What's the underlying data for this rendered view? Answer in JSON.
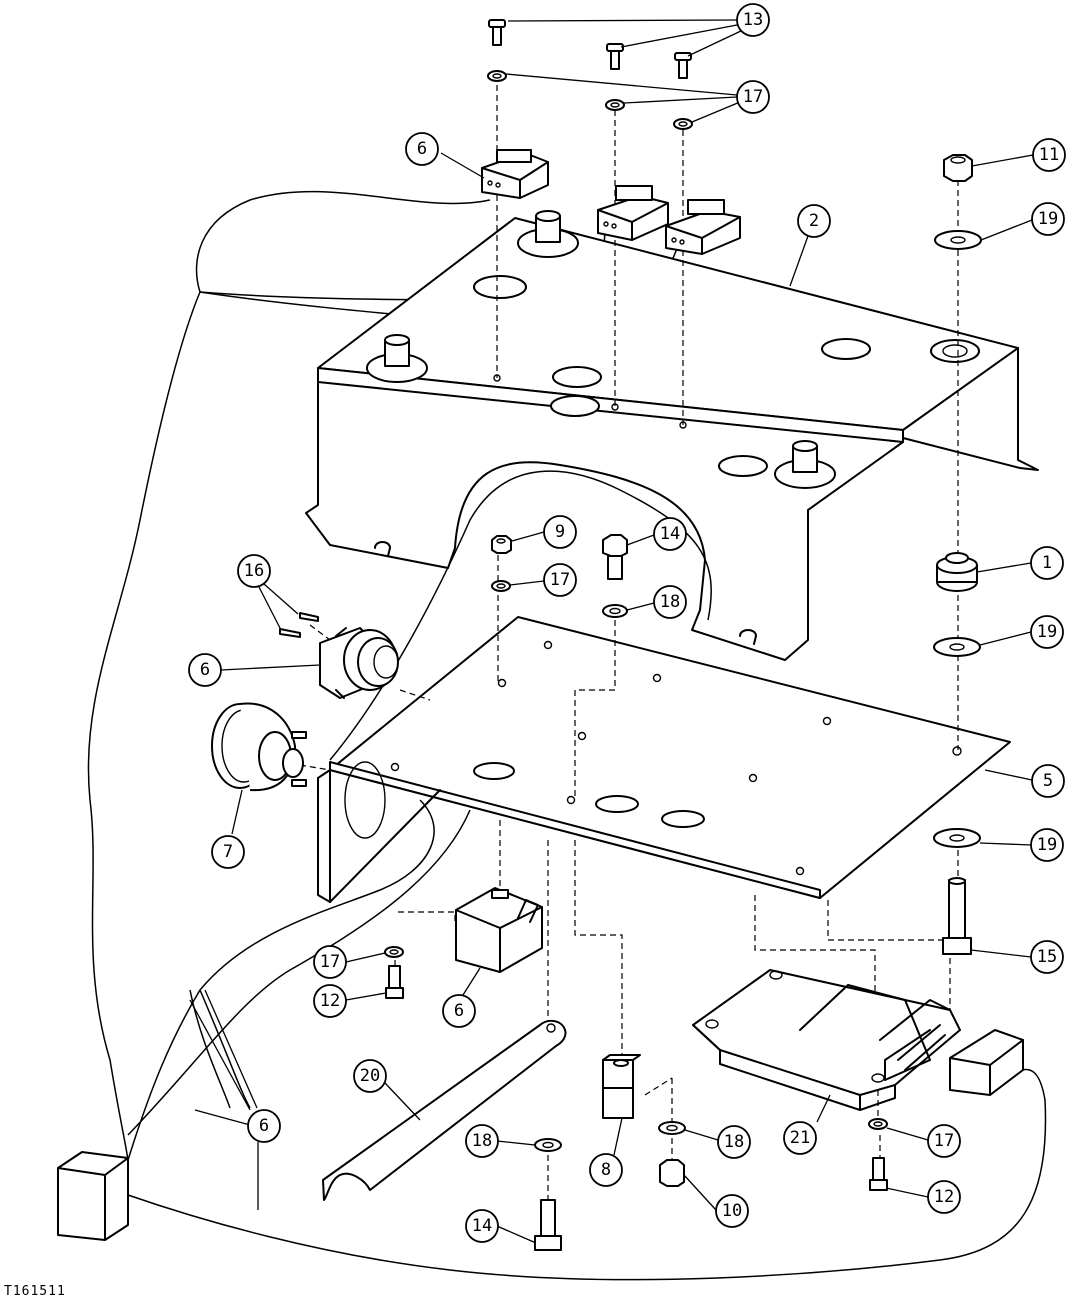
{
  "figure_id": "T161511",
  "callouts": [
    {
      "num": "13"
    },
    {
      "num": "17"
    },
    {
      "num": "6"
    },
    {
      "num": "11"
    },
    {
      "num": "2"
    },
    {
      "num": "19"
    },
    {
      "num": "9"
    },
    {
      "num": "14"
    },
    {
      "num": "16"
    },
    {
      "num": "17"
    },
    {
      "num": "1"
    },
    {
      "num": "18"
    },
    {
      "num": "19"
    },
    {
      "num": "6"
    },
    {
      "num": "5"
    },
    {
      "num": "7"
    },
    {
      "num": "19"
    },
    {
      "num": "15"
    },
    {
      "num": "17"
    },
    {
      "num": "12"
    },
    {
      "num": "6"
    },
    {
      "num": "20"
    },
    {
      "num": "6"
    },
    {
      "num": "18"
    },
    {
      "num": "8"
    },
    {
      "num": "18"
    },
    {
      "num": "21"
    },
    {
      "num": "17"
    },
    {
      "num": "14"
    },
    {
      "num": "10"
    },
    {
      "num": "12"
    }
  ]
}
